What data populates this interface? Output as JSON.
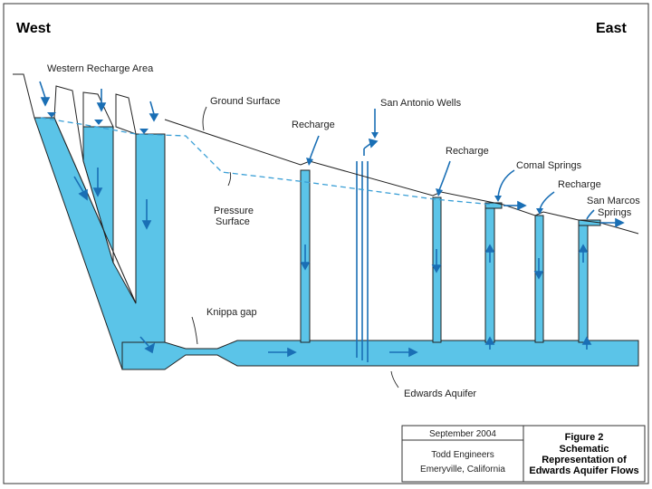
{
  "labels": {
    "west": "West",
    "east": "East",
    "western_recharge_area": "Western Recharge Area",
    "ground_surface": "Ground Surface",
    "san_antonio_wells": "San Antonio Wells",
    "recharge": "Recharge",
    "comal_springs": "Comal Springs",
    "san_marcos_springs_1": "San Marcos",
    "san_marcos_springs_2": "Springs",
    "pressure_surface_1": "Pressure",
    "pressure_surface_2": "Surface",
    "knippa_gap": "Knippa gap",
    "edwards_aquifer": "Edwards Aquifer"
  },
  "title_block": {
    "date": "September 2004",
    "company": "Todd Engineers",
    "location": "Emeryville, California",
    "figure": "Figure 2",
    "title_line1": "Schematic",
    "title_line2": "Representation of",
    "title_line3": "Edwards Aquifer Flows"
  },
  "colors": {
    "water": "#5bc4e8",
    "arrow": "#1a6fb5",
    "outline": "#222222"
  }
}
